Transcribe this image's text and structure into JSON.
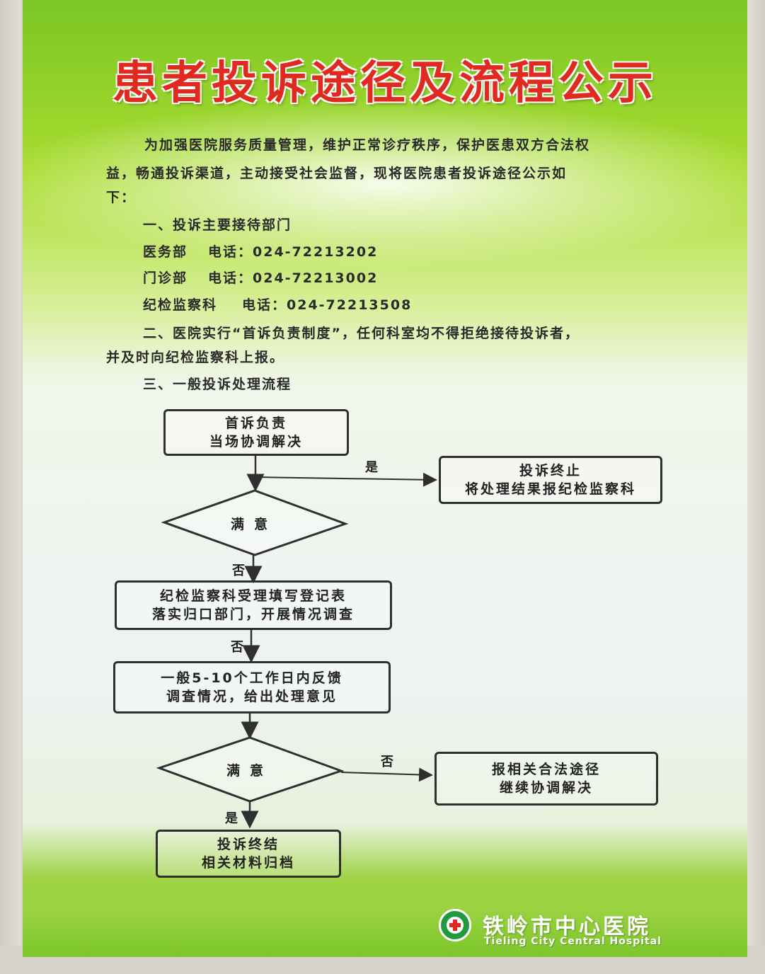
{
  "title": "患者投诉途径及流程公示",
  "intro": {
    "line1": "为加强医院服务质量管理，维护正常诊疗秩序，保护医患双方合法权",
    "line2": "益，畅通投诉渠道，主动接受社会监督，现将医院患者投诉途径公示如",
    "line3": "下："
  },
  "section1": {
    "heading": "一、投诉主要接待部门",
    "departments": [
      {
        "name": "医务部",
        "phone": "电话：024-72213202"
      },
      {
        "name": "门诊部",
        "phone": "电话：024-72213002"
      },
      {
        "name": "纪检监察科",
        "phone": "电话：024-72213508"
      }
    ]
  },
  "section2": {
    "line1": "二、医院实行“首诉负责制度”，任何科室均不得拒绝接待投诉者，",
    "line2": "并及时向纪检监察科上报。"
  },
  "section3": {
    "heading": "三、一般投诉处理流程"
  },
  "flow": {
    "step1": [
      "首诉负责",
      "当场协调解决"
    ],
    "yes1": "是",
    "terminate": [
      "投诉终止",
      "将处理结果报纪检监察科"
    ],
    "decision1": "满意",
    "no1": "否",
    "step2": [
      "纪检监察科受理填写登记表",
      "落实归口部门，开展情况调查"
    ],
    "no2": "否",
    "step3": [
      "一般5-10个工作日内反馈",
      "调查情况，给出处理意见"
    ],
    "decision2": "满意",
    "no3": "否",
    "legal": [
      "报相关合法途径",
      "继续协调解决"
    ],
    "yes2": "是",
    "end": [
      "投诉终结",
      "相关材料归档"
    ]
  },
  "footer": {
    "hospital_cn": "铁岭市中心医院",
    "hospital_en": "Tieling City Central Hospital",
    "logo_icon": "red-cross-logo"
  },
  "colors": {
    "title": "#e02a1f",
    "green": "#7cc625",
    "logo": "#1f9a3f"
  }
}
